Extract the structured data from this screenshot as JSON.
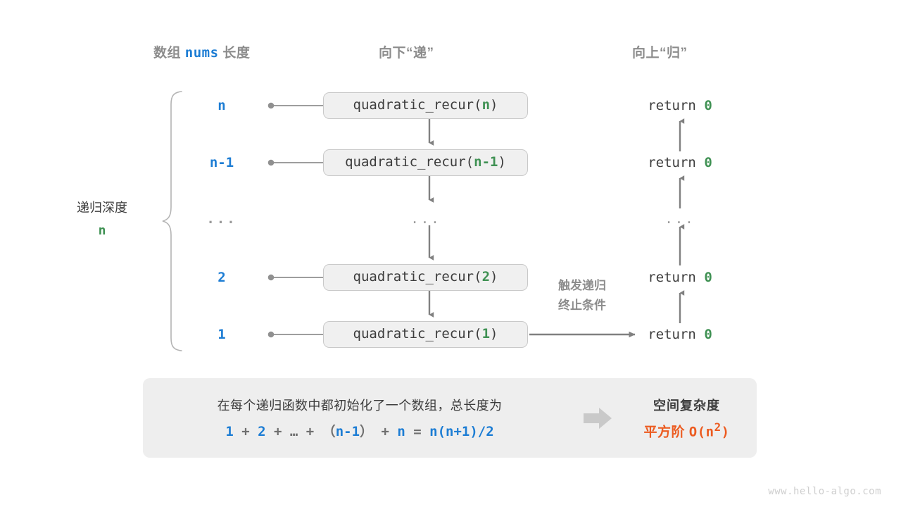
{
  "headers": {
    "array_len_prefix": "数组 ",
    "array_len_name": "nums",
    "array_len_suffix": " 长度",
    "down": "向下“递”",
    "up": "向上“归”"
  },
  "depth": {
    "label": "递归深度",
    "value": "n"
  },
  "rows": [
    {
      "size": "n",
      "call_prefix": "quadratic_recur(",
      "call_arg": "n",
      "call_suffix": ")",
      "ret_prefix": "return ",
      "ret_value": "0"
    },
    {
      "size": "n-1",
      "call_prefix": "quadratic_recur(",
      "call_arg": "n-1",
      "call_suffix": ")",
      "ret_prefix": "return ",
      "ret_value": "0"
    },
    {
      "size": "...",
      "call_prefix": "...",
      "call_arg": "",
      "call_suffix": "",
      "ret_prefix": "...",
      "ret_value": ""
    },
    {
      "size": "2",
      "call_prefix": "quadratic_recur(",
      "call_arg": "2",
      "call_suffix": ")",
      "ret_prefix": "return ",
      "ret_value": "0"
    },
    {
      "size": "1",
      "call_prefix": "quadratic_recur(",
      "call_arg": "1",
      "call_suffix": ")",
      "ret_prefix": "return ",
      "ret_value": "0"
    }
  ],
  "terminate_note": {
    "line1": "触发递归",
    "line2": "终止条件"
  },
  "summary": {
    "description": "在每个递归函数中都初始化了一个数组，总长度为",
    "formula": {
      "t1": "1",
      "o1": " + ",
      "t2": "2",
      "o2": " + ",
      "t3": "…",
      "o3": " + ",
      "p1": "（",
      "t4": "n-1",
      "p2": "）",
      "o4": " + ",
      "t5": "n",
      "o5": " = ",
      "t6": "n(n+1)/2"
    },
    "arrow_icon": "right-block-arrow",
    "complexity_title": "空间复杂度",
    "complexity_kind": "平方阶 ",
    "complexity_value": "O(n",
    "complexity_exp": "2",
    "complexity_tail": ")"
  },
  "watermark": "www.hello-algo.com",
  "colors": {
    "blue": "#1d7dd4",
    "green": "#3f9153",
    "orange": "#ec5b20",
    "gray_text": "#3c3c3c",
    "gray_muted": "#8c8c8c",
    "box_fill": "#f0f0f0",
    "box_border": "#c9c9c9",
    "panel_fill": "#eeeeee",
    "wire": "#808080"
  }
}
